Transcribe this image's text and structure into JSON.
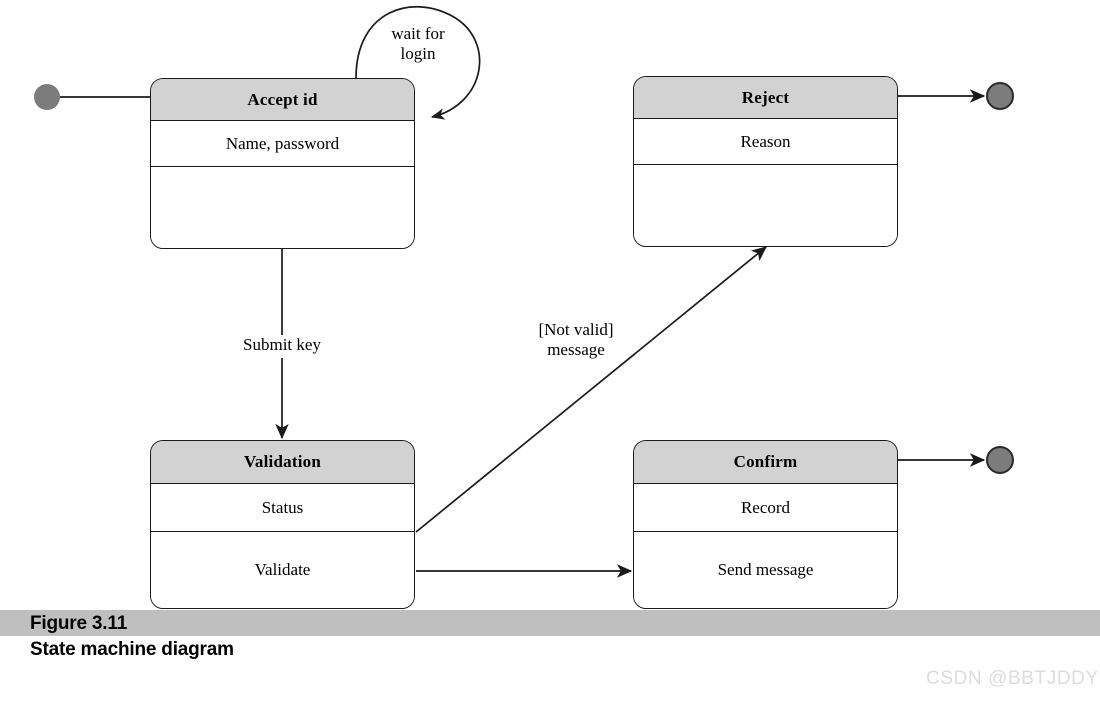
{
  "figure": {
    "number": "Figure 3.11",
    "title": "State machine diagram",
    "watermark": "CSDN @BBTJDDY"
  },
  "colors": {
    "header_fill": "#d2d2d2",
    "body_fill": "#ffffff",
    "border": "#1a1a1a",
    "pseudostate_fill": "#7c7c7c",
    "pseudostate_ring": "#2b2b2b",
    "caption_band": "#bfbfbf",
    "watermark": "#dcdcdc"
  },
  "states": [
    {
      "id": "accept-id",
      "name": "Accept id",
      "attributes": "Name, password",
      "operations": ""
    },
    {
      "id": "reject",
      "name": "Reject",
      "attributes": "Reason",
      "operations": ""
    },
    {
      "id": "validation",
      "name": "Validation",
      "attributes": "Status",
      "operations": "Validate"
    },
    {
      "id": "confirm",
      "name": "Confirm",
      "attributes": "Record",
      "operations": "Send message"
    }
  ],
  "pseudostates": [
    {
      "id": "initial",
      "kind": "initial"
    },
    {
      "id": "final-reject",
      "kind": "final"
    },
    {
      "id": "final-confirm",
      "kind": "final"
    }
  ],
  "transitions": [
    {
      "id": "start-to-accept",
      "from": "initial",
      "to": "accept-id",
      "label": ""
    },
    {
      "id": "accept-self-loop",
      "from": "accept-id",
      "to": "accept-id",
      "label": "wait for\nlogin"
    },
    {
      "id": "accept-to-validation",
      "from": "accept-id",
      "to": "validation",
      "label": "Submit key"
    },
    {
      "id": "validation-to-reject",
      "from": "validation",
      "to": "reject",
      "label": "[Not valid]\nmessage"
    },
    {
      "id": "validation-to-confirm",
      "from": "validation",
      "to": "confirm",
      "label": ""
    },
    {
      "id": "reject-to-final",
      "from": "reject",
      "to": "final-reject",
      "label": ""
    },
    {
      "id": "confirm-to-final",
      "from": "confirm",
      "to": "final-confirm",
      "label": ""
    }
  ]
}
